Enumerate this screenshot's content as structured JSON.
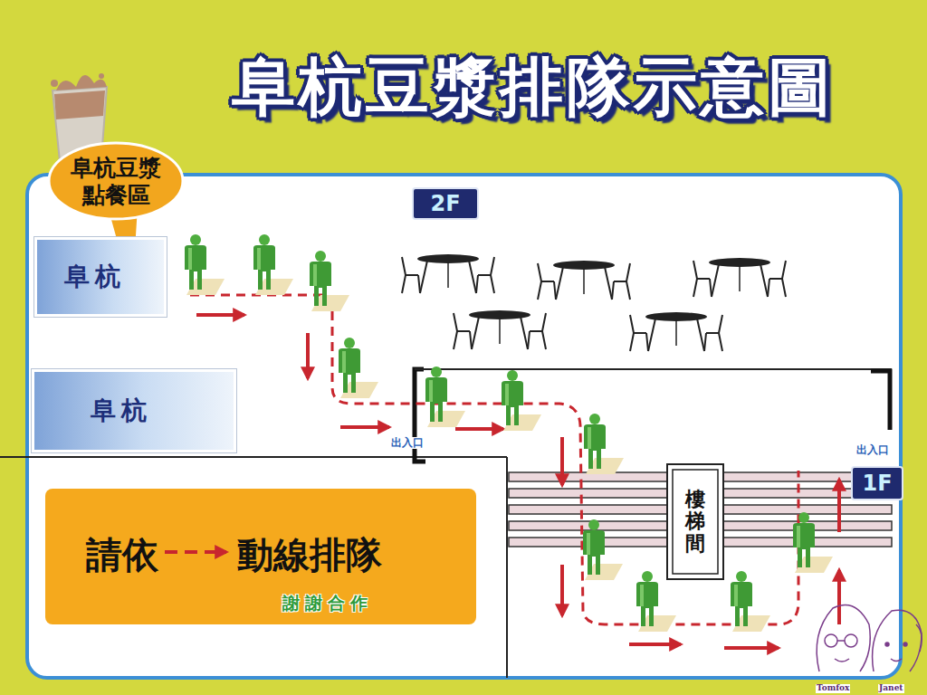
{
  "diagram": {
    "title": "阜杭豆漿排隊示意圖",
    "nodes": [
      {
        "text": [
          "阜杭豆漿 點餐區"
        ]
      },
      {
        "text": [
          "阜杭"
        ]
      },
      {
        "text": [
          "阜杭"
        ]
      },
      {
        "text": [
          "2F"
        ]
      },
      {
        "text": [
          "1F"
        ]
      },
      {
        "text": [
          "樓梯間"
        ]
      },
      {
        "text": [
          "請依",
          "動線排隊",
          "謝謝合作"
        ]
      }
    ],
    "labels": [
      "出入口",
      "出入口",
      "Tomfox",
      "Janet"
    ]
  }
}
